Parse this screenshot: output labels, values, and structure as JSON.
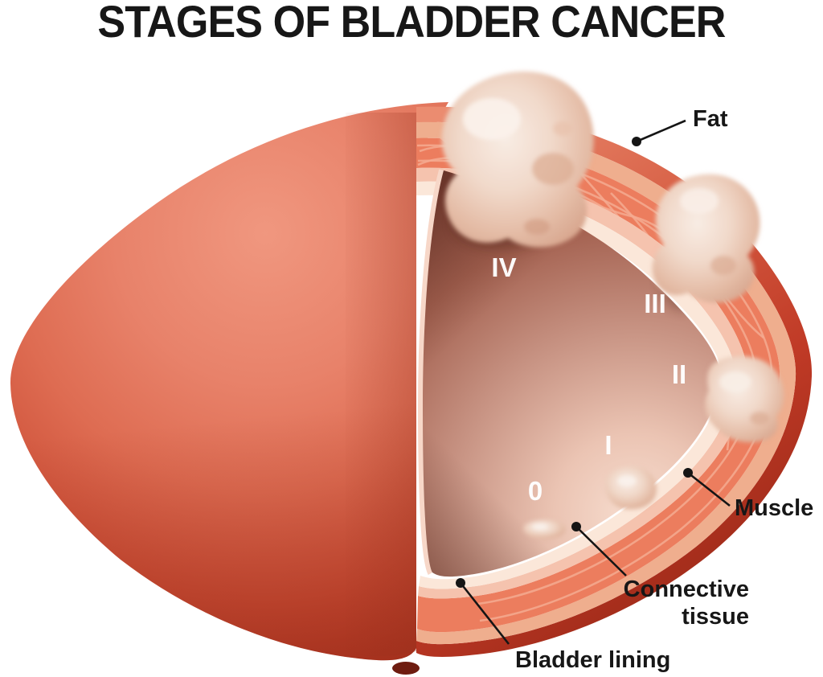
{
  "title": "STAGES OF BLADDER CANCER",
  "diagram": {
    "type": "medical-illustration",
    "subject": "Cross-section of bladder showing tumor invasion depth for stages 0 through IV",
    "labels": {
      "fat": "Fat",
      "muscle": "Muscle",
      "connective_line1": "Connective",
      "connective_line2": "tissue",
      "bladder_lining": "Bladder lining"
    },
    "stages": [
      {
        "numeral": "IV"
      },
      {
        "numeral": "III"
      },
      {
        "numeral": "II"
      },
      {
        "numeral": "I"
      },
      {
        "numeral": "0"
      }
    ],
    "colors": {
      "title_text": "#171717",
      "label_text": "#171717",
      "stage_text": "#FFFFFF",
      "exterior_light": "#F0977F",
      "exterior_dark": "#A82F1D",
      "fat_layer": "#EFAE8E",
      "muscle_layer": "#EC7D5E",
      "muscle_fiber": "#F5AA90",
      "connective_layer": "#F5C3AE",
      "lining_layer": "#FBE7D9",
      "cavity_dark": "#7B4237",
      "cavity_light": "#F6DCCE",
      "tumor_base": "#E9C9B6",
      "leader_line": "#151515"
    }
  }
}
